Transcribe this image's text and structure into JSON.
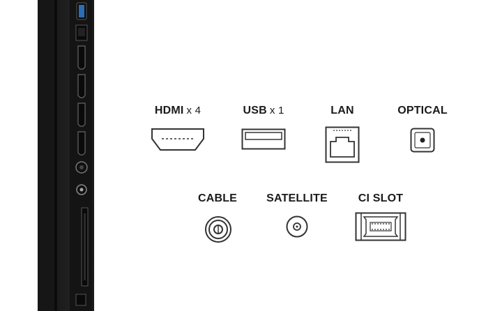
{
  "connectors_row1": [
    {
      "id": "hdmi",
      "name": "HDMI",
      "count": "x 4",
      "icon": "hdmi-port-icon"
    },
    {
      "id": "usb",
      "name": "USB",
      "count": "x 1",
      "icon": "usb-port-icon"
    },
    {
      "id": "lan",
      "name": "LAN",
      "count": "",
      "icon": "ethernet-port-icon"
    },
    {
      "id": "optical",
      "name": "OPTICAL",
      "count": "",
      "icon": "optical-port-icon"
    }
  ],
  "connectors_row2": [
    {
      "id": "cable",
      "name": "CABLE",
      "count": "",
      "icon": "cable-coax-icon"
    },
    {
      "id": "satellite",
      "name": "SATELLITE",
      "count": "",
      "icon": "satellite-connector-icon"
    },
    {
      "id": "ci-slot",
      "name": "CI SLOT",
      "count": "",
      "icon": "ci-card-icon"
    }
  ],
  "colors": {
    "text": "#1a1a1a",
    "icon_stroke": "#333333",
    "tv_body": "#161616",
    "usb_accent": "#2a6fb5"
  }
}
